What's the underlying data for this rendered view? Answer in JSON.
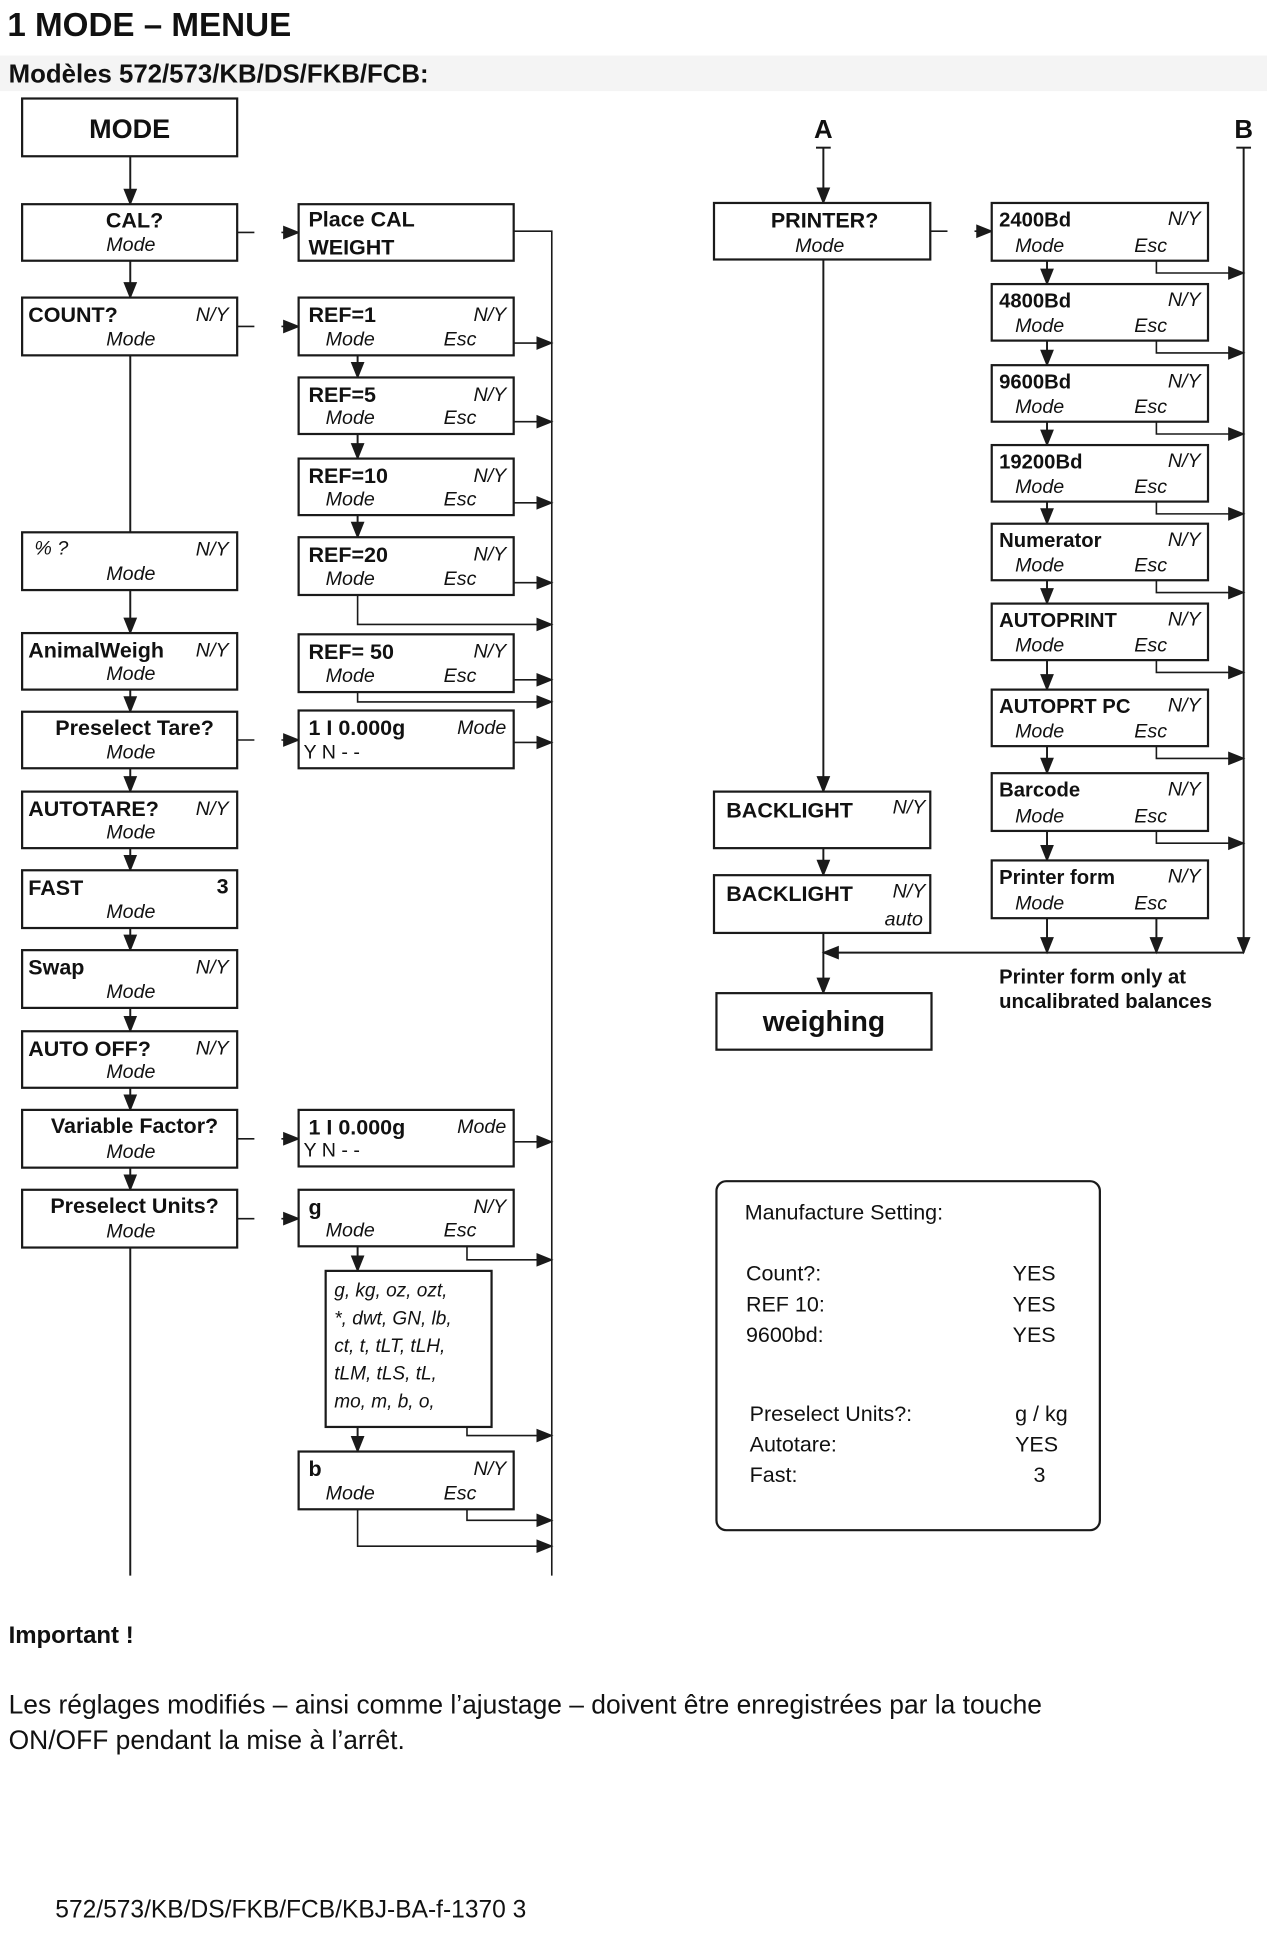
{
  "document": {
    "section_title": "1  MODE – MENUE",
    "models_heading": "Modèles 572/573/KB/DS/FKB/FCB:",
    "important_heading": "Important !",
    "important_text_line1": "Les réglages modifiés – ainsi comme l’ajustage – doivent être enregistrées par la touche",
    "important_text_line2": "ON/OFF pendant la mise à l’arrêt.",
    "footer": "572/573/KB/DS/FKB/FCB/KBJ-BA-f-1370    3"
  },
  "diagram": {
    "connector_a": "A",
    "connector_b": "B",
    "left_column": [
      {
        "id": "mode",
        "label": "MODE"
      },
      {
        "id": "cal",
        "label": "CAL?",
        "sub": "Mode"
      },
      {
        "id": "count",
        "label": "COUNT?",
        "flag": "N/Y",
        "sub": "Mode"
      },
      {
        "id": "percent",
        "label": "% ?",
        "flag": "N/Y",
        "sub": "Mode"
      },
      {
        "id": "animal-weigh",
        "label": "AnimalWeigh",
        "flag": "N/Y",
        "sub": "Mode"
      },
      {
        "id": "preselect-tare",
        "label": "Preselect Tare?",
        "sub": "Mode"
      },
      {
        "id": "autotare",
        "label": "AUTOTARE?",
        "flag": "N/Y",
        "sub": "Mode"
      },
      {
        "id": "fast",
        "label": "FAST",
        "flag": "3",
        "sub": "Mode"
      },
      {
        "id": "swap",
        "label": "Swap",
        "flag": "N/Y",
        "sub": "Mode"
      },
      {
        "id": "auto-off",
        "label": "AUTO OFF?",
        "flag": "N/Y",
        "sub": "Mode"
      },
      {
        "id": "variable-factor",
        "label": "Variable Factor?",
        "sub": "Mode"
      },
      {
        "id": "preselect-units",
        "label": "Preselect Units?",
        "sub": "Mode"
      }
    ],
    "middle_column": [
      {
        "id": "place-cal",
        "line1": "Place CAL",
        "line2": "WEIGHT"
      },
      {
        "id": "ref1",
        "label": "REF=1",
        "flag": "N/Y",
        "sub": "Mode",
        "esc": "Esc"
      },
      {
        "id": "ref5",
        "label": "REF=5",
        "flag": "N/Y",
        "sub": "Mode",
        "esc": "Esc"
      },
      {
        "id": "ref10",
        "label": "REF=10",
        "flag": "N/Y",
        "sub": "Mode",
        "esc": "Esc"
      },
      {
        "id": "ref20",
        "label": "REF=20",
        "flag": "N/Y",
        "sub": "Mode",
        "esc": "Esc"
      },
      {
        "id": "ref50",
        "label": "REF= 50",
        "flag": "N/Y",
        "sub": "Mode",
        "esc": "Esc"
      },
      {
        "id": "tare-value",
        "label": "1   I  0.000g",
        "flag": "Mode",
        "sub": "Y N    -    -"
      },
      {
        "id": "factor-value",
        "label": "1  I  0.000g",
        "flag": "Mode",
        "sub": "Y N    -    -"
      },
      {
        "id": "unit-g",
        "label": "g",
        "flag": "N/Y",
        "sub": "Mode",
        "esc": "Esc"
      },
      {
        "id": "unit-list",
        "lines": [
          "g, kg, oz, ozt,",
          "*, dwt, GN, lb,",
          "ct, t,  tLT, tLH,",
          "tLM, tLS, tL,",
          "mo, m, b, o,"
        ]
      },
      {
        "id": "unit-b",
        "label": "b",
        "flag": "N/Y",
        "sub": "Mode",
        "esc": "Esc"
      }
    ],
    "printer_column": [
      {
        "id": "printer",
        "label": "PRINTER?",
        "sub": "Mode"
      },
      {
        "id": "backlight",
        "label": "BACKLIGHT",
        "flag": "N/Y"
      },
      {
        "id": "backlight-auto",
        "label": "BACKLIGHT",
        "flag": "N/Y",
        "sub": "auto"
      },
      {
        "id": "weighing",
        "label": "weighing"
      }
    ],
    "printer_options": [
      {
        "id": "2400bd",
        "label": "2400Bd",
        "flag": "N/Y",
        "sub": "Mode",
        "esc": "Esc"
      },
      {
        "id": "4800bd",
        "label": "4800Bd",
        "flag": "N/Y",
        "sub": "Mode",
        "esc": "Esc"
      },
      {
        "id": "9600bd",
        "label": "9600Bd",
        "flag": "N/Y",
        "sub": "Mode",
        "esc": "Esc"
      },
      {
        "id": "19200bd",
        "label": "19200Bd",
        "flag": "N/Y",
        "sub": "Mode",
        "esc": "Esc"
      },
      {
        "id": "numerator",
        "label": "Numerator",
        "flag": "N/Y",
        "sub": "Mode",
        "esc": "Esc"
      },
      {
        "id": "autoprint",
        "label": "AUTOPRINT",
        "flag": "N/Y",
        "sub": "Mode",
        "esc": "Esc"
      },
      {
        "id": "autoprt-pc",
        "label": "AUTOPRT PC",
        "flag": "N/Y",
        "sub": "Mode",
        "esc": "Esc"
      },
      {
        "id": "barcode",
        "label": "Barcode",
        "flag": "N/Y",
        "sub": "Mode",
        "esc": "Esc"
      },
      {
        "id": "printer-form",
        "label": "Printer form",
        "flag": "N/Y",
        "sub": "Mode",
        "esc": "Esc"
      }
    ],
    "printer_form_note": [
      "Printer form only at",
      "uncalibrated balances"
    ],
    "manufacture_setting": {
      "title": "Manufacture Setting:",
      "group1": [
        {
          "key": "Count?:",
          "value": "YES"
        },
        {
          "key": "REF 10:",
          "value": "YES"
        },
        {
          "key": "9600bd:",
          "value": "YES"
        }
      ],
      "group2": [
        {
          "key": "Preselect Units?:",
          "value": "g / kg"
        },
        {
          "key": "Autotare:",
          "value": "YES"
        },
        {
          "key": "Fast:",
          "value": "3"
        }
      ]
    }
  }
}
